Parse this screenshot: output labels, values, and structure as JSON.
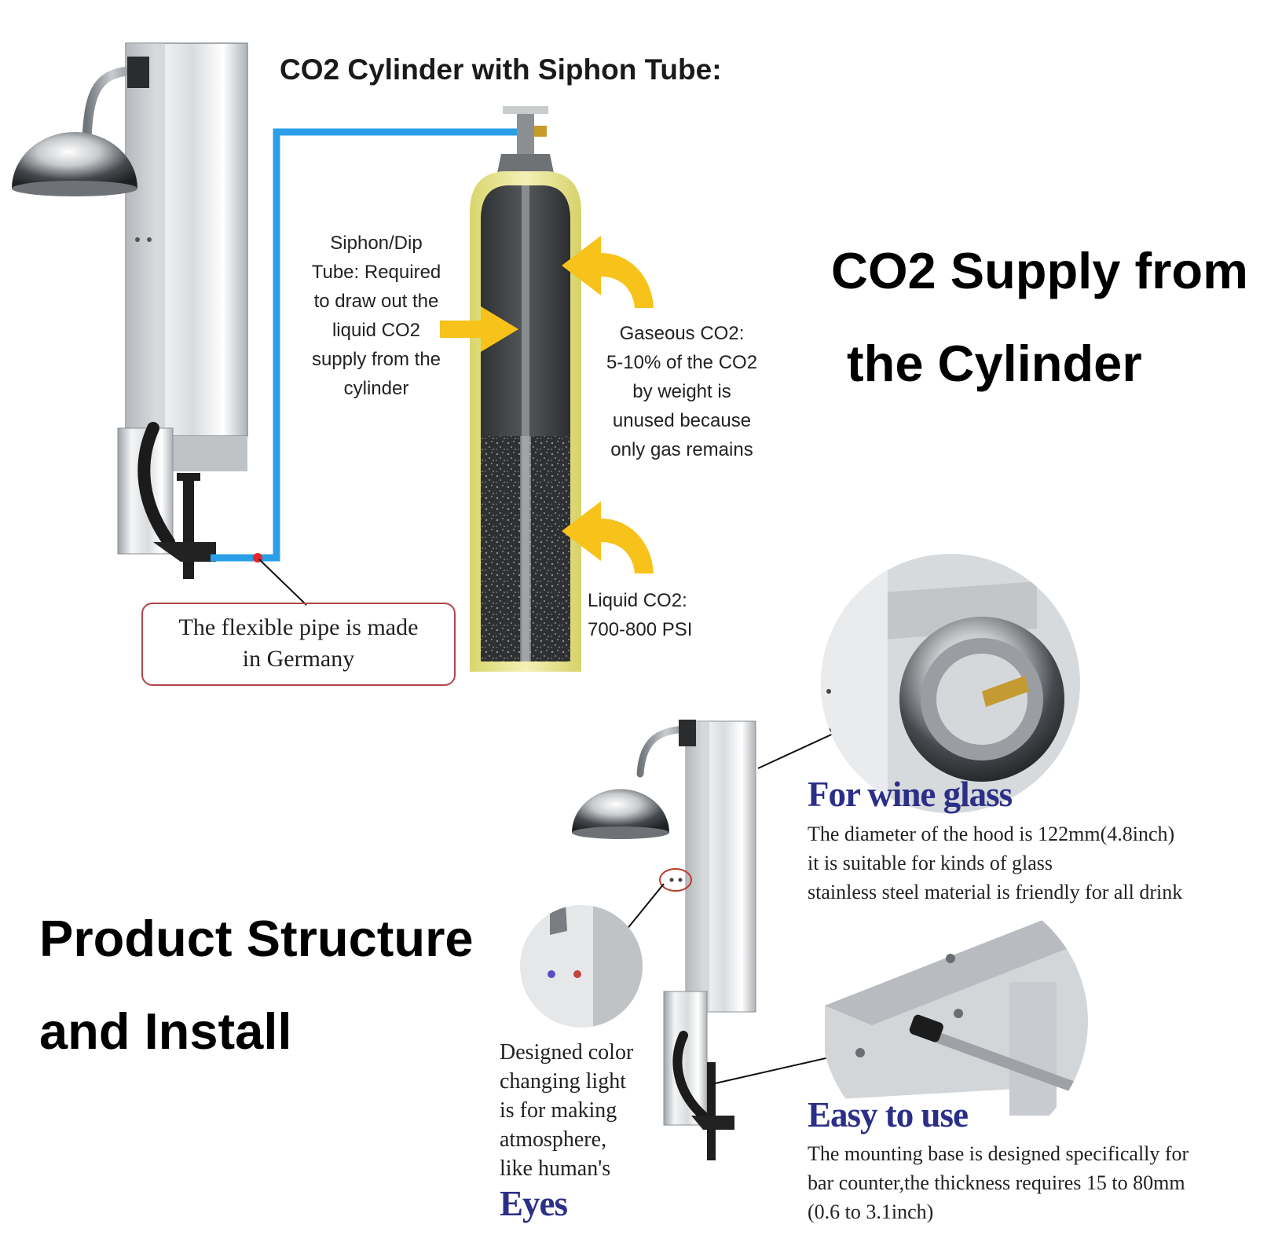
{
  "title": "CO2 Cylinder with Siphon Tube:",
  "headline_supply": [
    "CO2 Supply from",
    "the Cylinder"
  ],
  "headline_structure": [
    "Product Structure",
    "and Install"
  ],
  "cylinder_callouts": {
    "siphon": [
      "Siphon/Dip",
      "Tube: Required",
      "to draw out the",
      "liquid CO2",
      "supply from the",
      "cylinder"
    ],
    "gaseous": [
      "Gaseous CO2:",
      "5-10% of the CO2",
      "by weight is",
      "unused because",
      "only gas remains"
    ],
    "liquid": [
      "Liquid CO2:",
      "700-800 PSI"
    ]
  },
  "pipe_note": [
    "The flexible pipe is made",
    "in Germany"
  ],
  "features": {
    "wine_glass": {
      "title": "For wine glass",
      "lines": [
        "The diameter of the hood is 122mm(4.8inch)",
        "it is suitable for kinds of glass",
        "stainless steel material is friendly for all drink"
      ]
    },
    "easy_to_use": {
      "title": "Easy to use",
      "lines": [
        "The mounting base is designed specifically for",
        "bar counter,the thickness requires 15 to 80mm",
        "(0.6 to 3.1inch)"
      ]
    },
    "eyes": {
      "lines": [
        "Designed color",
        "changing light",
        "is for making",
        "atmosphere,",
        "like human's"
      ],
      "title": "Eyes"
    }
  },
  "colors": {
    "pipe": "#2a9fe8",
    "arrow": "#f7c21a",
    "cylinder_shell": "#e6e48a",
    "callout_border": "#b0464a",
    "feature_title": "#2b2f87"
  }
}
